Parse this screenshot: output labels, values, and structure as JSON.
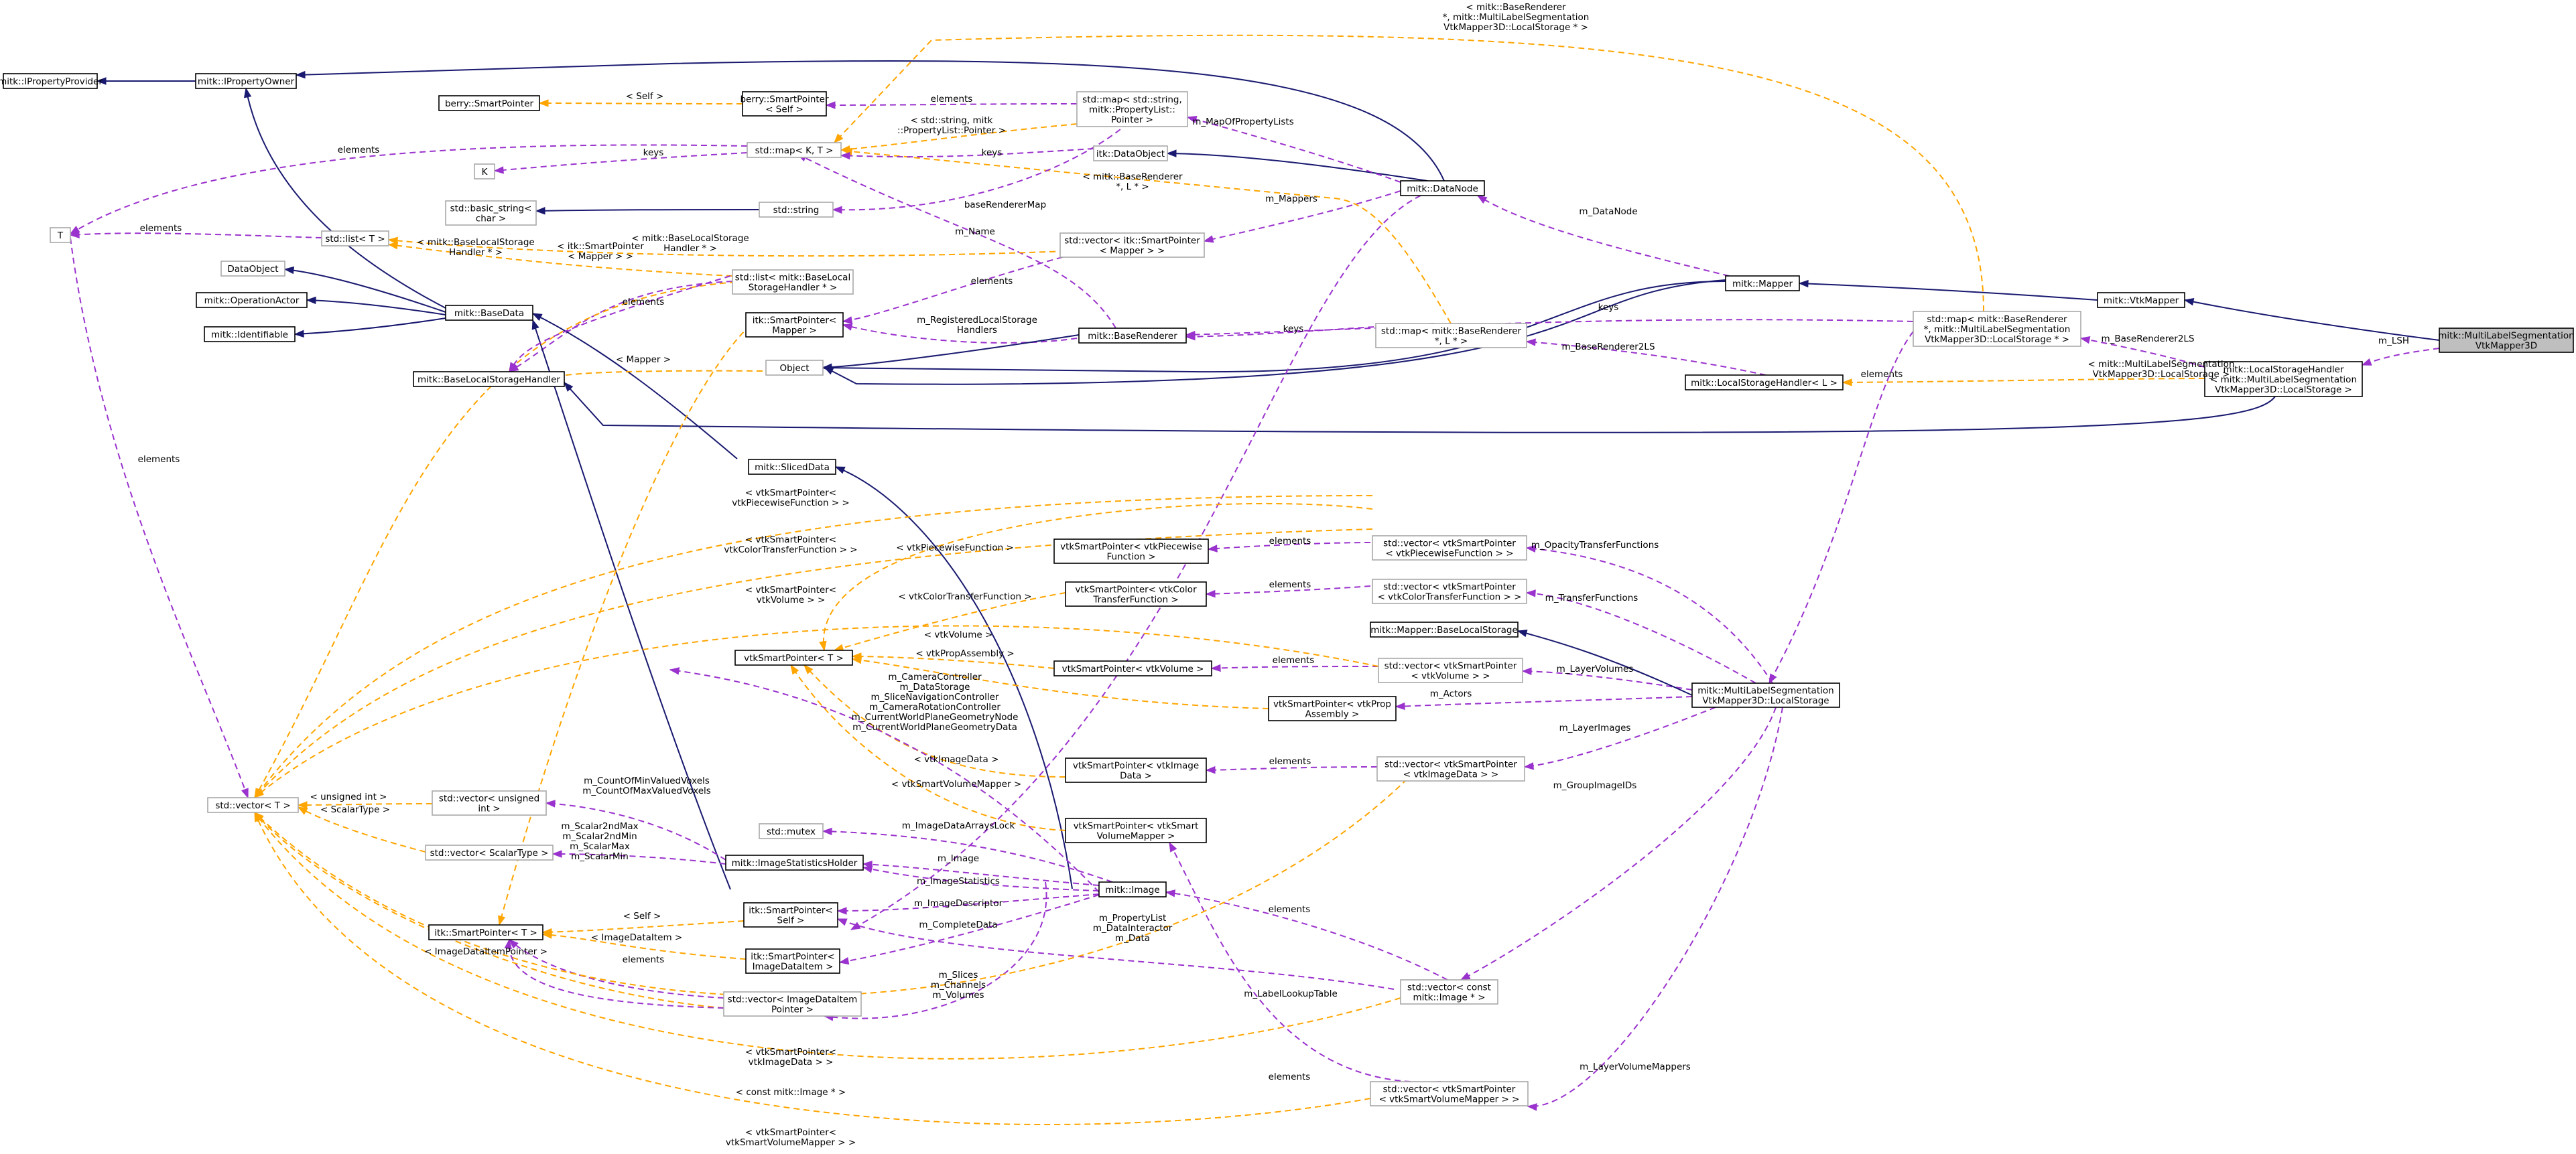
{
  "diagram": {
    "nodes": {
      "mlsm": [
        "mitk::MultiLabelSegmentation",
        "VtkMapper3D"
      ],
      "vtkmapper": [
        "mitk::VtkMapper"
      ],
      "mapper": [
        "mitk::Mapper"
      ],
      "lsh_inst": [
        "mitk::LocalStorageHandler",
        "< mitk::MultiLabelSegmentation",
        "VtkMapper3D::LocalStorage >"
      ],
      "map_br_ls": [
        "std::map< mitk::BaseRenderer",
        "*, mitk::MultiLabelSegmentation",
        "VtkMapper3D::LocalStorage * >"
      ],
      "lsh_l": [
        "mitk::LocalStorageHandler< L >"
      ],
      "ls": [
        "mitk::MultiLabelSegmentation",
        "VtkMapper3D::LocalStorage"
      ],
      "mapper_bls": [
        "mitk::Mapper::BaseLocalStorage"
      ],
      "datanode": [
        "mitk::DataNode"
      ],
      "dataobject": [
        "itk::DataObject"
      ],
      "map_str_pl": [
        "std::map< std::string,",
        "mitk::PropertyList::",
        "Pointer >"
      ],
      "map_kt": [
        "std::map< K, T >"
      ],
      "berry_sp_self": [
        "berry::SmartPointer",
        "< Self >"
      ],
      "berry_sp": [
        "berry::SmartPointer"
      ],
      "ipropowner": [
        "mitk::IPropertyOwner"
      ],
      "ipropprov": [
        "mitk::IPropertyProvider"
      ],
      "k": [
        "K"
      ],
      "t": [
        "T"
      ],
      "std_string": [
        "std::string"
      ],
      "basic_string": [
        "std::basic_string<",
        "char >"
      ],
      "list_t": [
        "std::list< T >"
      ],
      "dataobject2": [
        "DataObject"
      ],
      "opactor": [
        "mitk::OperationActor"
      ],
      "identifiable": [
        "mitk::Identifiable"
      ],
      "basedata": [
        "mitk::BaseData"
      ],
      "list_blsh": [
        "std::list< mitk::BaseLocal",
        "StorageHandler * >"
      ],
      "itk_sp_mapper": [
        "itk::SmartPointer<",
        "Mapper >"
      ],
      "vec_mapper": [
        "std::vector< itk::SmartPointer",
        "< Mapper > >"
      ],
      "baserenderer": [
        "mitk::BaseRenderer"
      ],
      "map_br_l": [
        "std::map< mitk::BaseRenderer",
        "*, L * >"
      ],
      "object": [
        "Object"
      ],
      "blsh": [
        "mitk::BaseLocalStorageHandler"
      ],
      "sliceddata": [
        "mitk::SlicedData"
      ],
      "vsp_pwf": [
        "vtkSmartPointer< vtkPiecewise",
        "Function >"
      ],
      "vsp_ctf": [
        "vtkSmartPointer< vtkColor",
        "TransferFunction >"
      ],
      "vsp_t": [
        "vtkSmartPointer< T >"
      ],
      "vsp_volume": [
        "vtkSmartPointer< vtkVolume >"
      ],
      "vsp_propassembly": [
        "vtkSmartPointer< vtkProp",
        "Assembly >"
      ],
      "vsp_imagedata": [
        "vtkSmartPointer< vtkImage",
        "Data >"
      ],
      "vsp_svm": [
        "vtkSmartPointer< vtkSmart",
        "VolumeMapper >"
      ],
      "vec_pwf": [
        "std::vector< vtkSmartPointer",
        "< vtkPiecewiseFunction > >"
      ],
      "vec_ctf": [
        "std::vector< vtkSmartPointer",
        "< vtkColorTransferFunction > >"
      ],
      "vec_volume": [
        "std::vector< vtkSmartPointer",
        "< vtkVolume > >"
      ],
      "vec_imagedata": [
        "std::vector< vtkSmartPointer",
        "< vtkImageData > >"
      ],
      "vec_svm": [
        "std::vector< vtkSmartPointer",
        "< vtkSmartVolumeMapper > >"
      ],
      "vec_constimage": [
        "std::vector< const",
        "mitk::Image * >"
      ],
      "vec_t": [
        "std::vector< T >"
      ],
      "vec_uint": [
        "std::vector< unsigned",
        "int >"
      ],
      "vec_scalar": [
        "std::vector< ScalarType >"
      ],
      "mutex": [
        "std::mutex"
      ],
      "ish": [
        "mitk::ImageStatisticsHolder"
      ],
      "image": [
        "mitk::Image"
      ],
      "itk_sp_self": [
        "itk::SmartPointer<",
        "Self >"
      ],
      "itk_sp_idi": [
        "itk::SmartPointer<",
        "ImageDataItem >"
      ],
      "itk_sp_t": [
        "itk::SmartPointer< T >"
      ],
      "vec_idip": [
        "std::vector< ImageDataItem",
        "Pointer >"
      ]
    },
    "edge_labels": {
      "l_lsh": "m_LSH",
      "l_br2ls": "m_BaseRenderer2LS",
      "l_tmpl_mls_ls": [
        "< mitk::MultiLabelSegmentation",
        "VtkMapper3D::LocalStorage >"
      ],
      "l_elements_1": "elements",
      "l_tmpl_top": [
        "< mitk::BaseRenderer",
        "*, mitk::MultiLabelSegmentation",
        "VtkMapper3D::LocalStorage * >"
      ],
      "l_keys_1": "keys",
      "l_br2ls_2": "m_BaseRenderer2LS",
      "l_datanode": "m_DataNode",
      "l_mappropl": "m_MapOfPropertyLists",
      "l_mappers": "m_Mappers",
      "l_tmpl_brl": [
        "< mitk::BaseRenderer",
        "*, L * >"
      ],
      "l_keys_2": "keys",
      "l_elements_2": "elements",
      "l_tmpl_strpl": [
        "< std::string, mitk",
        "::PropertyList::Pointer >"
      ],
      "l_keys_3": "keys",
      "l_self_1": "< Self >",
      "l_elements_3": "elements",
      "l_elements_4": "elements",
      "l_brmap": "baseRendererMap",
      "l_name": "m_Name",
      "l_tmpl_blsh": [
        "< mitk::BaseLocalStorage",
        "Handler * >"
      ],
      "l_tmpl_itk_mapper": [
        "< itk::SmartPointer",
        "< Mapper > >"
      ],
      "l_elements_5": "elements",
      "l_elements_6": "elements",
      "l_reglsh": [
        "m_RegisteredLocalStorage",
        "Handlers"
      ],
      "l_keys_4": "keys",
      "l_mapper": "< Mapper >",
      "l_elements_7": "elements",
      "l_opacity": "m_OpacityTransferFunctions",
      "l_tf": "m_TransferFunctions",
      "l_layervol": "m_LayerVolumes",
      "l_actors": "m_Actors",
      "l_layerimages": "m_LayerImages",
      "l_groupimageids": "m_GroupImageIDs",
      "l_layervolmappers": "m_LayerVolumeMappers",
      "l_elements_8": "elements",
      "l_elements_9": "elements",
      "l_elements_10": "elements",
      "l_elements_11": "elements",
      "l_elements_12": "elements",
      "l_elements_13": "elements",
      "l_vtk_pwf": "< vtkPiecewiseFunction >",
      "l_vtk_ctf": "< vtkColorTransferFunction >",
      "l_vtk_volume": "< vtkVolume >",
      "l_vtk_propassembly": "< vtkPropAssembly >",
      "l_vtk_imagedata": "< vtkImageData >",
      "l_vtk_svm": "< vtkSmartVolumeMapper >",
      "l_tmpl_vtk_pwf": [
        "< vtkSmartPointer<",
        "vtkPiecewiseFunction > >"
      ],
      "l_tmpl_vtk_ctf": [
        "< vtkSmartPointer<",
        "vtkColorTransferFunction > >"
      ],
      "l_tmpl_vtk_volume": [
        "< vtkSmartPointer<",
        "vtkVolume > >"
      ],
      "l_camera": [
        "m_CameraController",
        "m_DataStorage",
        "m_SliceNavigationController",
        "m_CameraRotationController",
        "m_CurrentWorldPlaneGeometryNode",
        "m_CurrentWorldPlaneGeometryData"
      ],
      "l_countminmax": [
        "m_CountOfMinValuedVoxels",
        "m_CountOfMaxValuedVoxels"
      ],
      "l_uint": "< unsigned int >",
      "l_scalartype": "< ScalarType >",
      "l_scalarstats": [
        "m_Scalar2ndMax",
        "m_Scalar2ndMin",
        "m_ScalarMax",
        "m_ScalarMin"
      ],
      "l_mutex": "m_ImageDataArraysLock",
      "l_image": "m_Image",
      "l_imagestats": "m_ImageStatistics",
      "l_imagedesc": "m_ImageDescriptor",
      "l_completedata": "m_CompleteData",
      "l_proplist": [
        "m_PropertyList",
        "m_DataInteractor",
        "m_Data"
      ],
      "l_slices": [
        "m_Slices",
        "m_Channels",
        "m_Volumes"
      ],
      "l_labellookup": "m_LabelLookupTable",
      "l_self_2": "< Self >",
      "l_idi": "< ImageDataItem >",
      "l_idip": "< ImageDataItemPointer >",
      "l_elements_14": "elements",
      "l_tmpl_vtk_imagedata": [
        "< vtkSmartPointer<",
        "vtkImageData > >"
      ],
      "l_tmpl_constimage": "< const mitk::Image * >",
      "l_tmpl_vtk_svm": [
        "< vtkSmartPointer<",
        "vtkSmartVolumeMapper > >"
      ],
      "l_elements_15": "elements",
      "l_elements_16": "elements"
    }
  },
  "colors": {
    "inheritance": "#191970",
    "usage": "#9a32cd",
    "template": "#ffa500",
    "focus_fill": "#bfbfbf",
    "external_border": "#a8a8a8"
  }
}
